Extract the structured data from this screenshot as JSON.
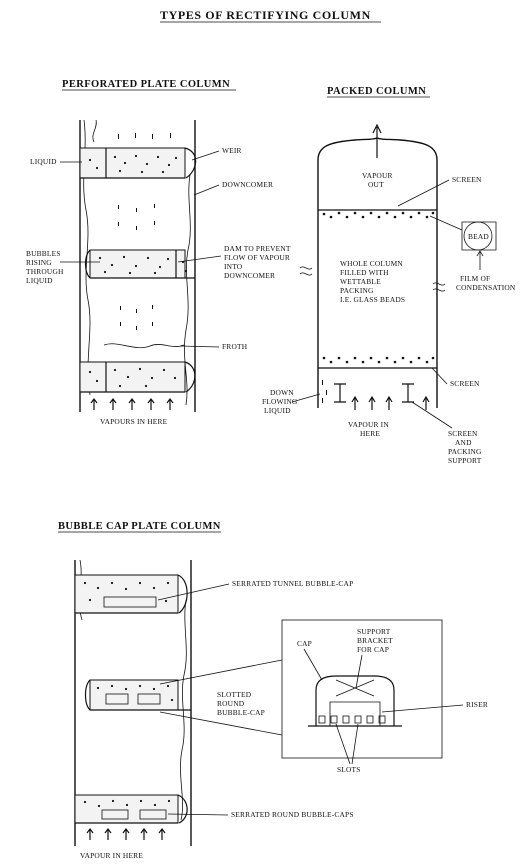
{
  "title": "TYPES OF RECTIFYING COLUMN",
  "perforated": {
    "heading": "PERFORATED PLATE COLUMN",
    "labels": {
      "liquid": "LIQUID",
      "weir": "WEIR",
      "downcomer": "DOWNCOMER",
      "bubbles": [
        "BUBBLES",
        "RISING",
        "THROUGH",
        "LIQUID"
      ],
      "dam": [
        "DAM TO PREVENT",
        "FLOW OF VAPOUR",
        "INTO",
        "DOWNCOMER"
      ],
      "froth": "FROTH",
      "vapours_in": "VAPOURS IN HERE"
    }
  },
  "packed": {
    "heading": "PACKED COLUMN",
    "labels": {
      "vapour_out": [
        "VAPOUR",
        "OUT"
      ],
      "screen_top": "SCREEN",
      "bead": "BEAD",
      "whole_column": [
        "WHOLE COLUMN",
        "FILLED WITH",
        "WETTABLE",
        "PACKING",
        "I.E. GLASS BEADS"
      ],
      "film": [
        "FILM OF",
        "CONDENSATION"
      ],
      "screen_bottom": "SCREEN",
      "down_flowing": [
        "DOWN",
        "FLOWING",
        "LIQUID"
      ],
      "vapour_in": [
        "VAPOUR IN",
        "HERE"
      ],
      "support": [
        "SCREEN",
        "AND",
        "PACKING",
        "SUPPORT"
      ]
    }
  },
  "bubblecap": {
    "heading": "BUBBLE CAP PLATE COLUMN",
    "labels": {
      "serrated_tunnel": "SERRATED TUNNEL BUBBLE-CAP",
      "slotted_round": [
        "SLOTTED",
        "ROUND",
        "BUBBLE-CAP"
      ],
      "cap": "CAP",
      "support_bracket": [
        "SUPPORT",
        "BRACKET",
        "FOR CAP"
      ],
      "riser": "RISER",
      "slots": "SLOTS",
      "serrated_round": "SERRATED ROUND BUBBLE-CAPS",
      "vapour_in": "VAPOUR IN HERE"
    }
  }
}
